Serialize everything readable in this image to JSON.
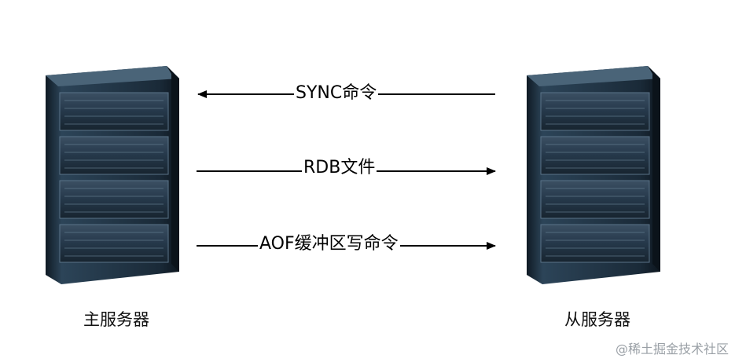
{
  "nodes": {
    "master": {
      "label": "主服务器"
    },
    "slave": {
      "label": "从服务器"
    }
  },
  "edges": [
    {
      "label": "SYNC命令",
      "direction": "slave-to-master"
    },
    {
      "label": "RDB文件",
      "direction": "master-to-slave"
    },
    {
      "label": "AOF缓冲区写命令",
      "direction": "master-to-slave"
    }
  ],
  "watermark": "@稀土掘金技术社区",
  "colors": {
    "server_body": "#1d2c3a",
    "server_edge": "#3a5166",
    "server_panel": "#2a3e50",
    "arrow": "#000000",
    "text": "#111111",
    "watermark": "#9aa0a6"
  }
}
